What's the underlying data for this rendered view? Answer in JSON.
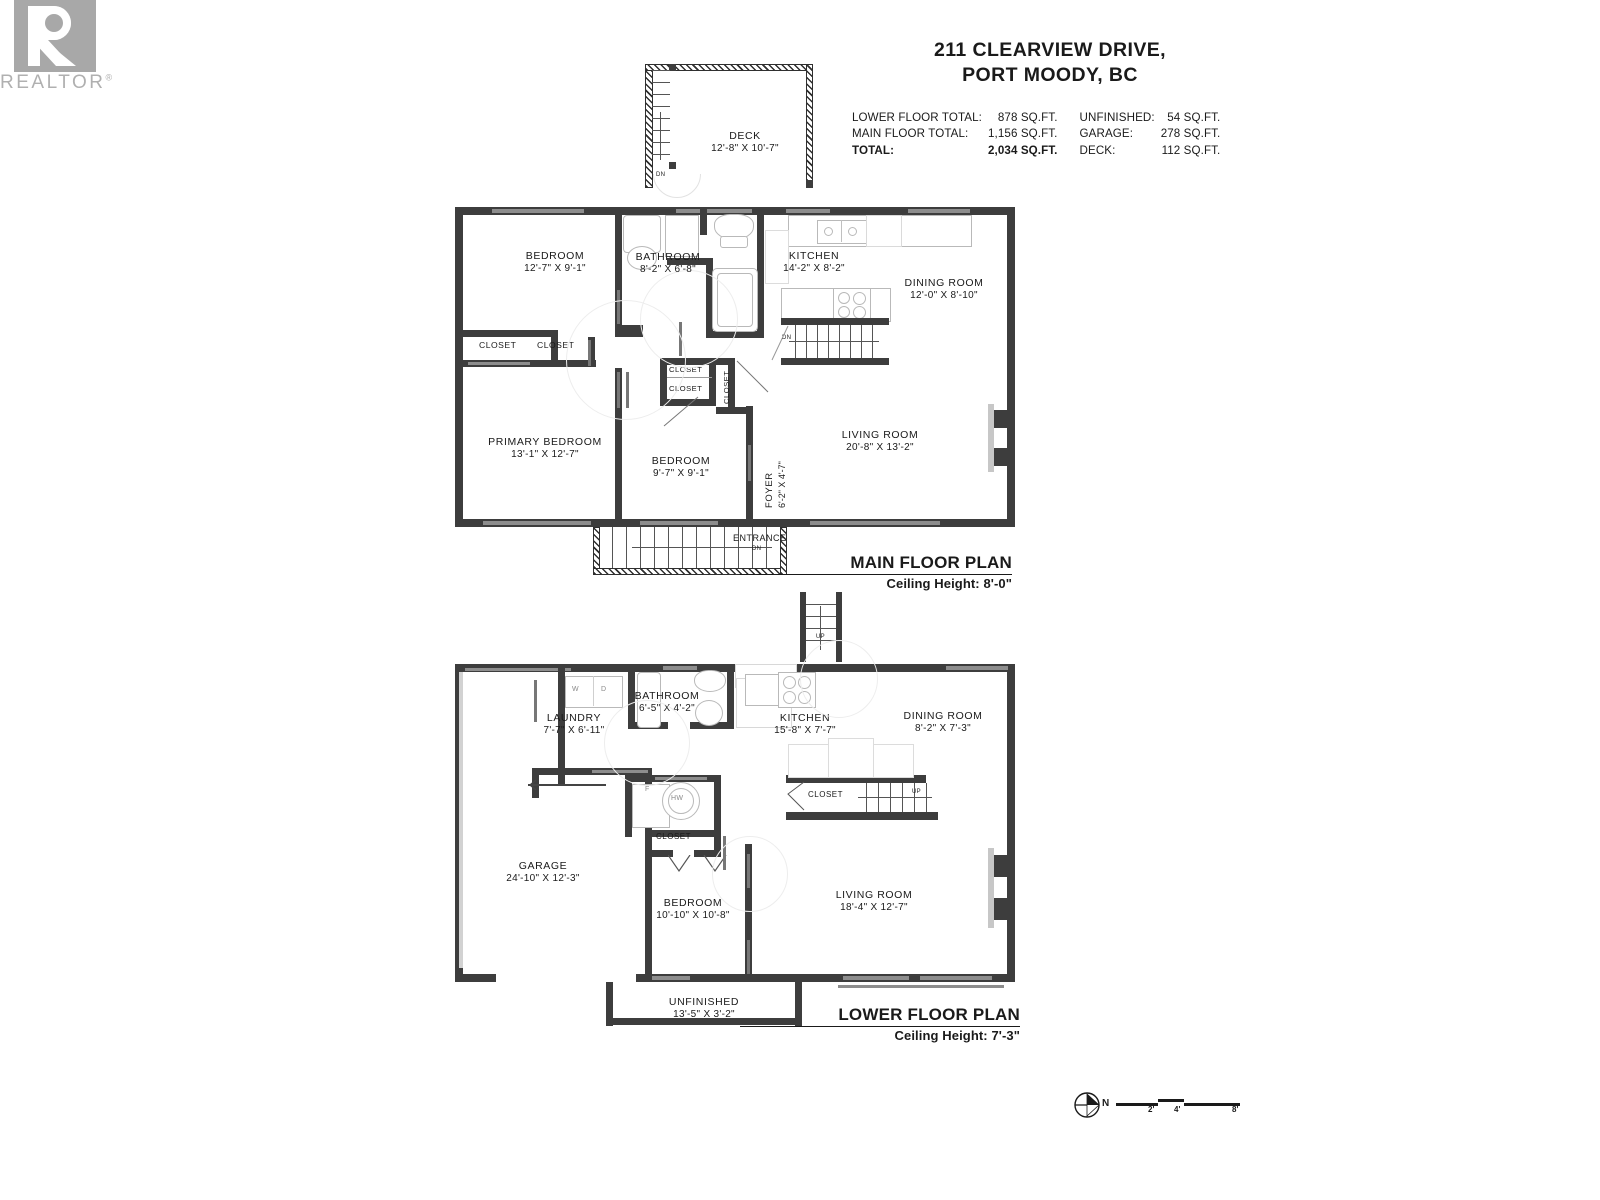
{
  "logo": {
    "letter": "R",
    "wordmark": "REALTOR",
    "registered": "®",
    "color": "#a8a8a8"
  },
  "header": {
    "address_line1": "211 CLEARVIEW DRIVE,",
    "address_line2": "PORT MOODY, BC",
    "stats": [
      {
        "label": "LOWER FLOOR TOTAL:",
        "value": "878 SQ.FT.",
        "label2": "UNFINISHED:",
        "value2": "54 SQ.FT."
      },
      {
        "label": "MAIN FLOOR TOTAL:",
        "value": "1,156 SQ.FT.",
        "label2": "GARAGE:",
        "value2": "278 SQ.FT."
      },
      {
        "label": "TOTAL:",
        "value": "2,034 SQ.FT.",
        "label2": "DECK:",
        "value2": "112 SQ.FT."
      }
    ]
  },
  "main_floor": {
    "title": "MAIN FLOOR PLAN",
    "ceiling": "Ceiling Height: 8'-0\"",
    "rooms": {
      "deck": {
        "name": "DECK",
        "dim": "12'-8\" X 10'-7\""
      },
      "bedroom2": {
        "name": "BEDROOM",
        "dim": "12'-7\" X 9'-1\""
      },
      "bathroom": {
        "name": "BATHROOM",
        "dim": "8'-2\" X 6'-8\""
      },
      "kitchen": {
        "name": "KITCHEN",
        "dim": "14'-2\" X 8'-2\""
      },
      "dining": {
        "name": "DINING ROOM",
        "dim": "12'-0\" X 8'-10\""
      },
      "primary": {
        "name": "PRIMARY BEDROOM",
        "dim": "13'-1\" X 12'-7\""
      },
      "bedroom3": {
        "name": "BEDROOM",
        "dim": "9'-7\" X 9'-1\""
      },
      "living": {
        "name": "LIVING ROOM",
        "dim": "20'-8\" X 13'-2\""
      },
      "foyer": {
        "name": "FOYER",
        "dim": "6'-2\" X 4'-7\""
      }
    },
    "closets": [
      "CLOSET",
      "CLOSET",
      "CLOSET",
      "CLOSET",
      "CLOSET"
    ],
    "entrance_label": "ENTRANCE",
    "stair_dn_deck": "DN",
    "stair_dn_kitchen": "DN",
    "stair_dn_entrance": "DN"
  },
  "lower_floor": {
    "title": "LOWER FLOOR PLAN",
    "ceiling": "Ceiling Height: 7'-3\"",
    "rooms": {
      "laundry": {
        "name": "LAUNDRY",
        "dim": "7'-7\" X 6'-11\""
      },
      "bathroom": {
        "name": "BATHROOM",
        "dim": "6'-5\" X 4'-2\""
      },
      "kitchen": {
        "name": "KITCHEN",
        "dim": "15'-8\" X 7'-7\""
      },
      "dining": {
        "name": "DINING ROOM",
        "dim": "8'-2\" X 7'-3\""
      },
      "garage": {
        "name": "GARAGE",
        "dim": "24'-10\" X 12'-3\""
      },
      "bedroom": {
        "name": "BEDROOM",
        "dim": "10'-10\" X 10'-8\""
      },
      "living": {
        "name": "LIVING ROOM",
        "dim": "18'-4\" X 12'-7\""
      },
      "unfinished": {
        "name": "UNFINISHED",
        "dim": "13'-5\" X 3'-2\""
      }
    },
    "closets": [
      "CLOSET",
      "CLOSET"
    ],
    "appliances": {
      "washer": "W",
      "dryer": "D",
      "furnace": "F",
      "hot_water": "HW"
    },
    "stair_up_top": "UP",
    "stair_up_mid": "UP"
  },
  "compass": {
    "north": "N",
    "ticks": [
      "2'",
      "4'",
      "8'"
    ]
  }
}
